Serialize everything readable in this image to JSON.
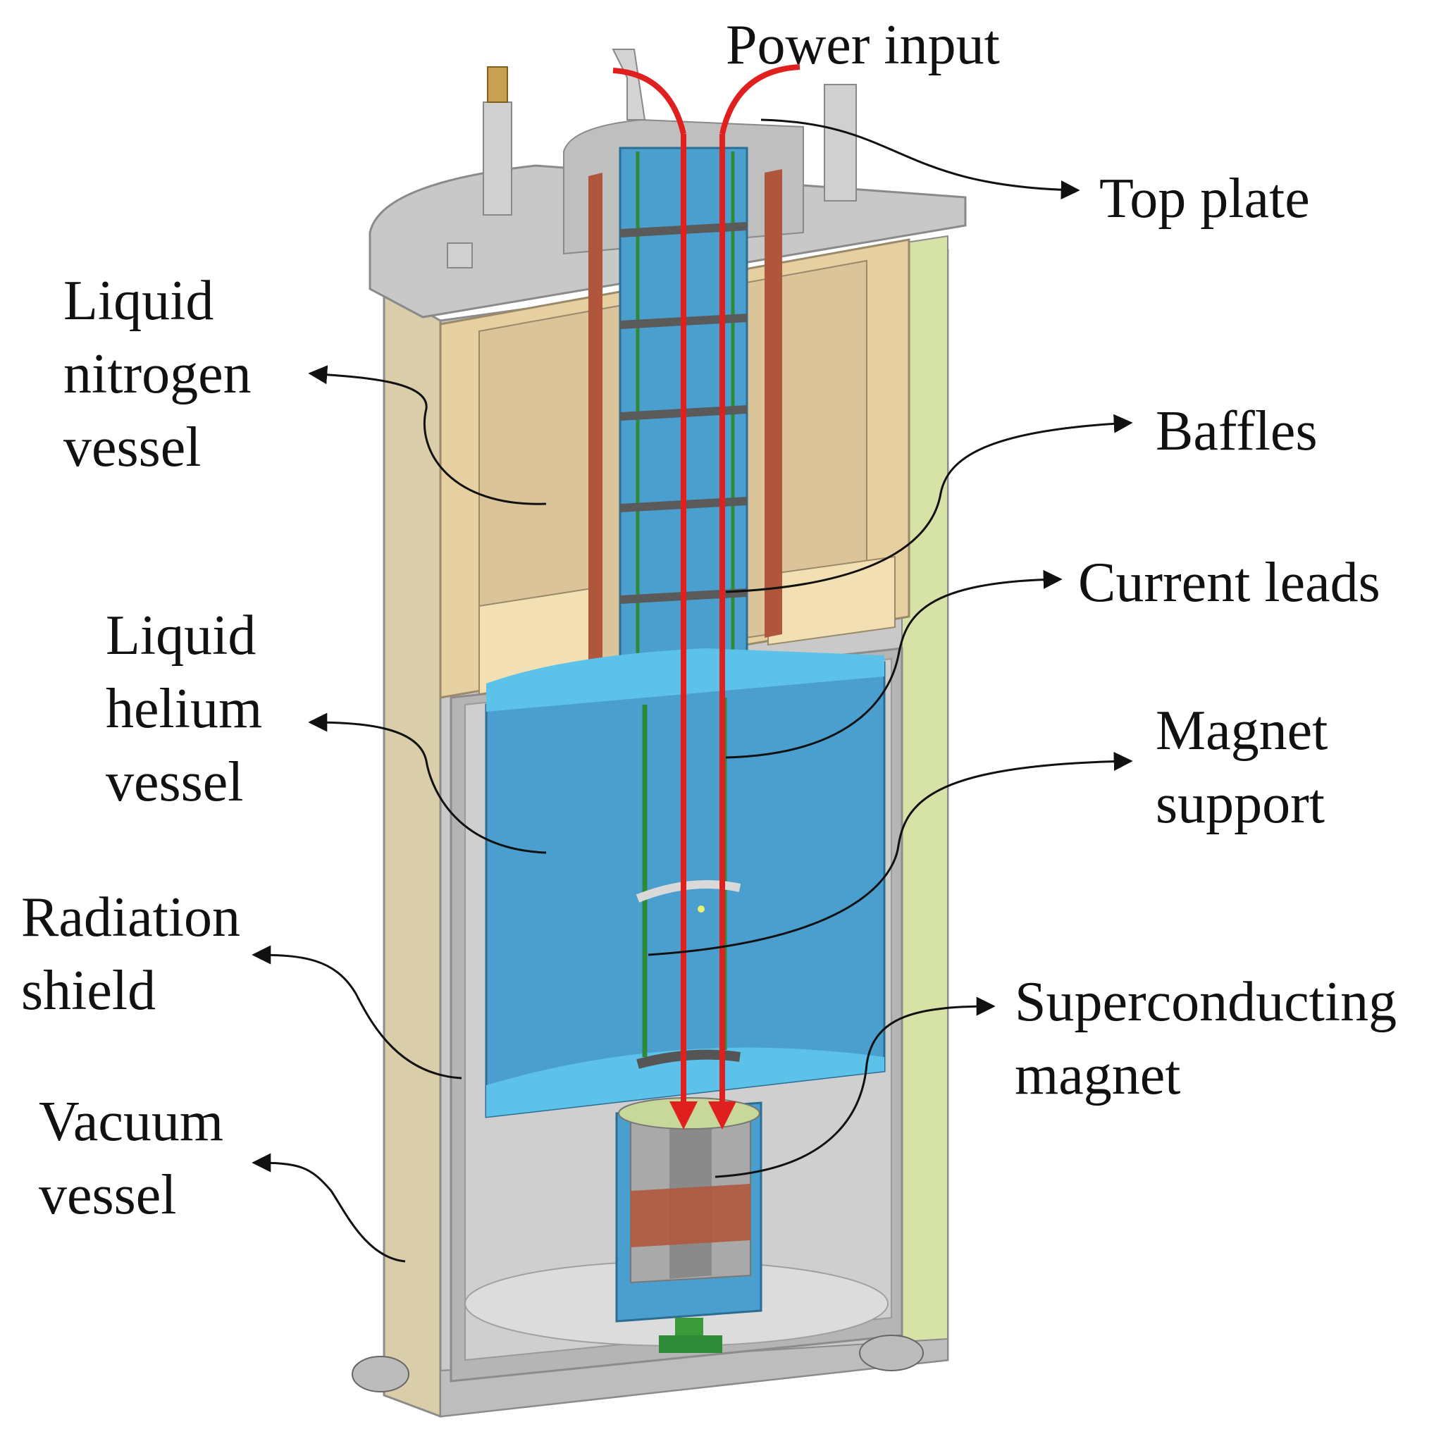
{
  "colors": {
    "liquid_helium": "#4a9fcf",
    "helium_light": "#5cc2ea",
    "nitrogen_vessel": "#e6cfa0",
    "outer_shell": "#d9cdaa",
    "shield_green": "#d7e2a6",
    "copper": "#b0563d",
    "current_arrow": "#e0201e",
    "support_rod": "#2f8a38",
    "steel": "#c5c5c5"
  },
  "labels": {
    "power_input": [
      "Power input"
    ],
    "top_plate": [
      "Top plate"
    ],
    "liquid_nitrogen_vessel": [
      "Liquid",
      "nitrogen",
      "vessel"
    ],
    "baffles": [
      "Baffles"
    ],
    "current_leads": [
      "Current leads"
    ],
    "liquid_helium_vessel": [
      "Liquid",
      "helium",
      "vessel"
    ],
    "magnet_support": [
      "Magnet",
      "support"
    ],
    "radiation_shield": [
      "Radiation",
      "shield"
    ],
    "superconducting_magnet": [
      "Superconducting",
      "magnet"
    ],
    "vacuum_vessel": [
      "Vacuum",
      "vessel"
    ]
  }
}
